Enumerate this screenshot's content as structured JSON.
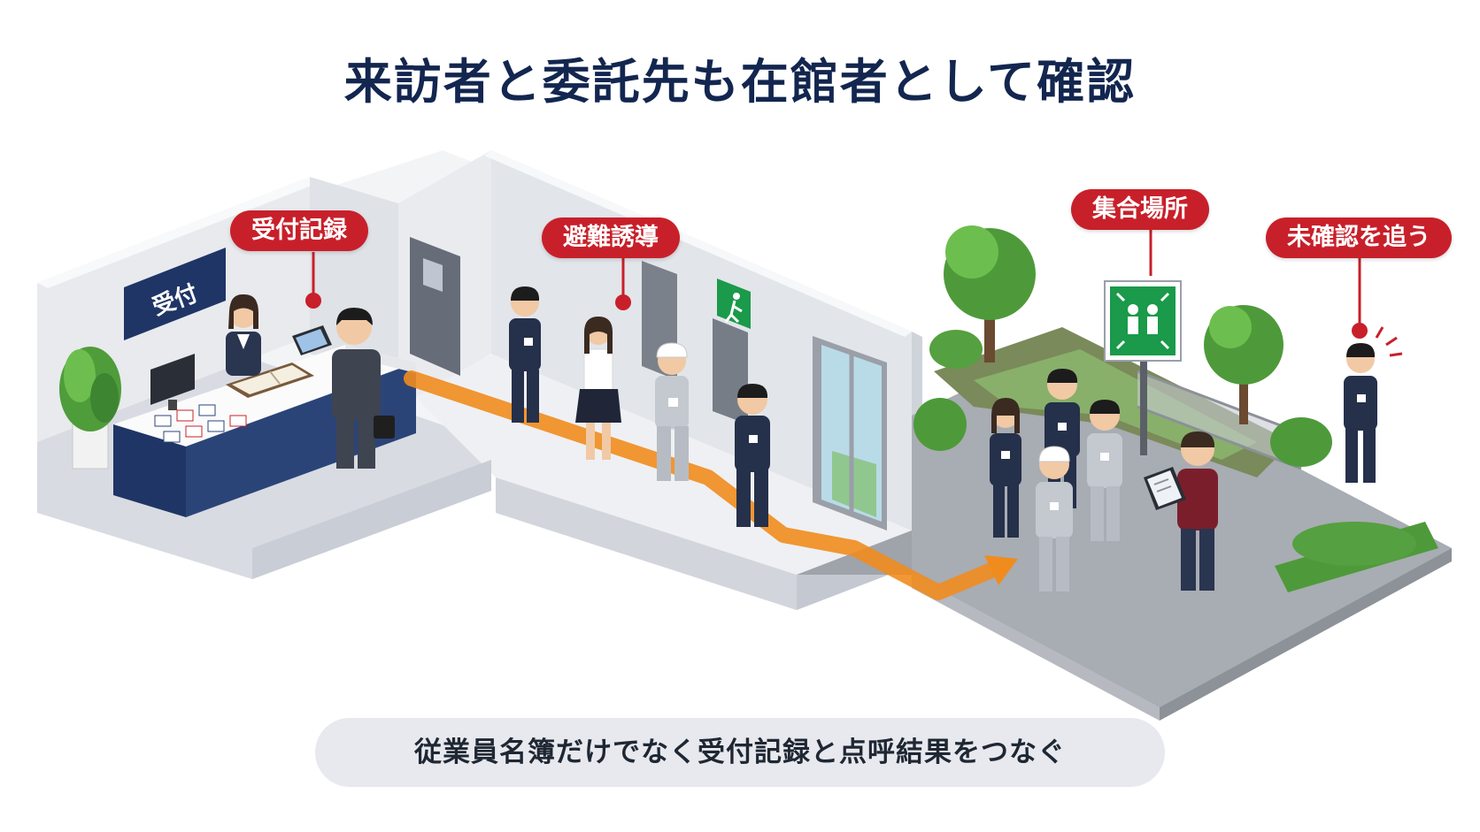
{
  "title": "来訪者と委託先も在館者として確認",
  "labels": {
    "reception_sign": "受付",
    "reception_record": "受付記録",
    "evacuation_guidance": "避難誘導",
    "assembly_point": "集合場所",
    "follow_unconfirmed": "未確認を追う"
  },
  "footer": "従業員名簿だけでなく受付記録と点呼結果をつなぐ",
  "icons": [
    "exit-sign-icon",
    "assembly-point-icon",
    "alert-icon",
    "clipboard-icon",
    "tablet-icon",
    "monitor-icon",
    "plant-icon",
    "tree-icon"
  ],
  "colors": {
    "title": "#13264f",
    "callout": "#c8202a",
    "route_arrow": "#f08c1e",
    "exit_sign": "#1a9a4a",
    "counter": "#1f3566",
    "footer_bg": "#e7e9ee"
  }
}
